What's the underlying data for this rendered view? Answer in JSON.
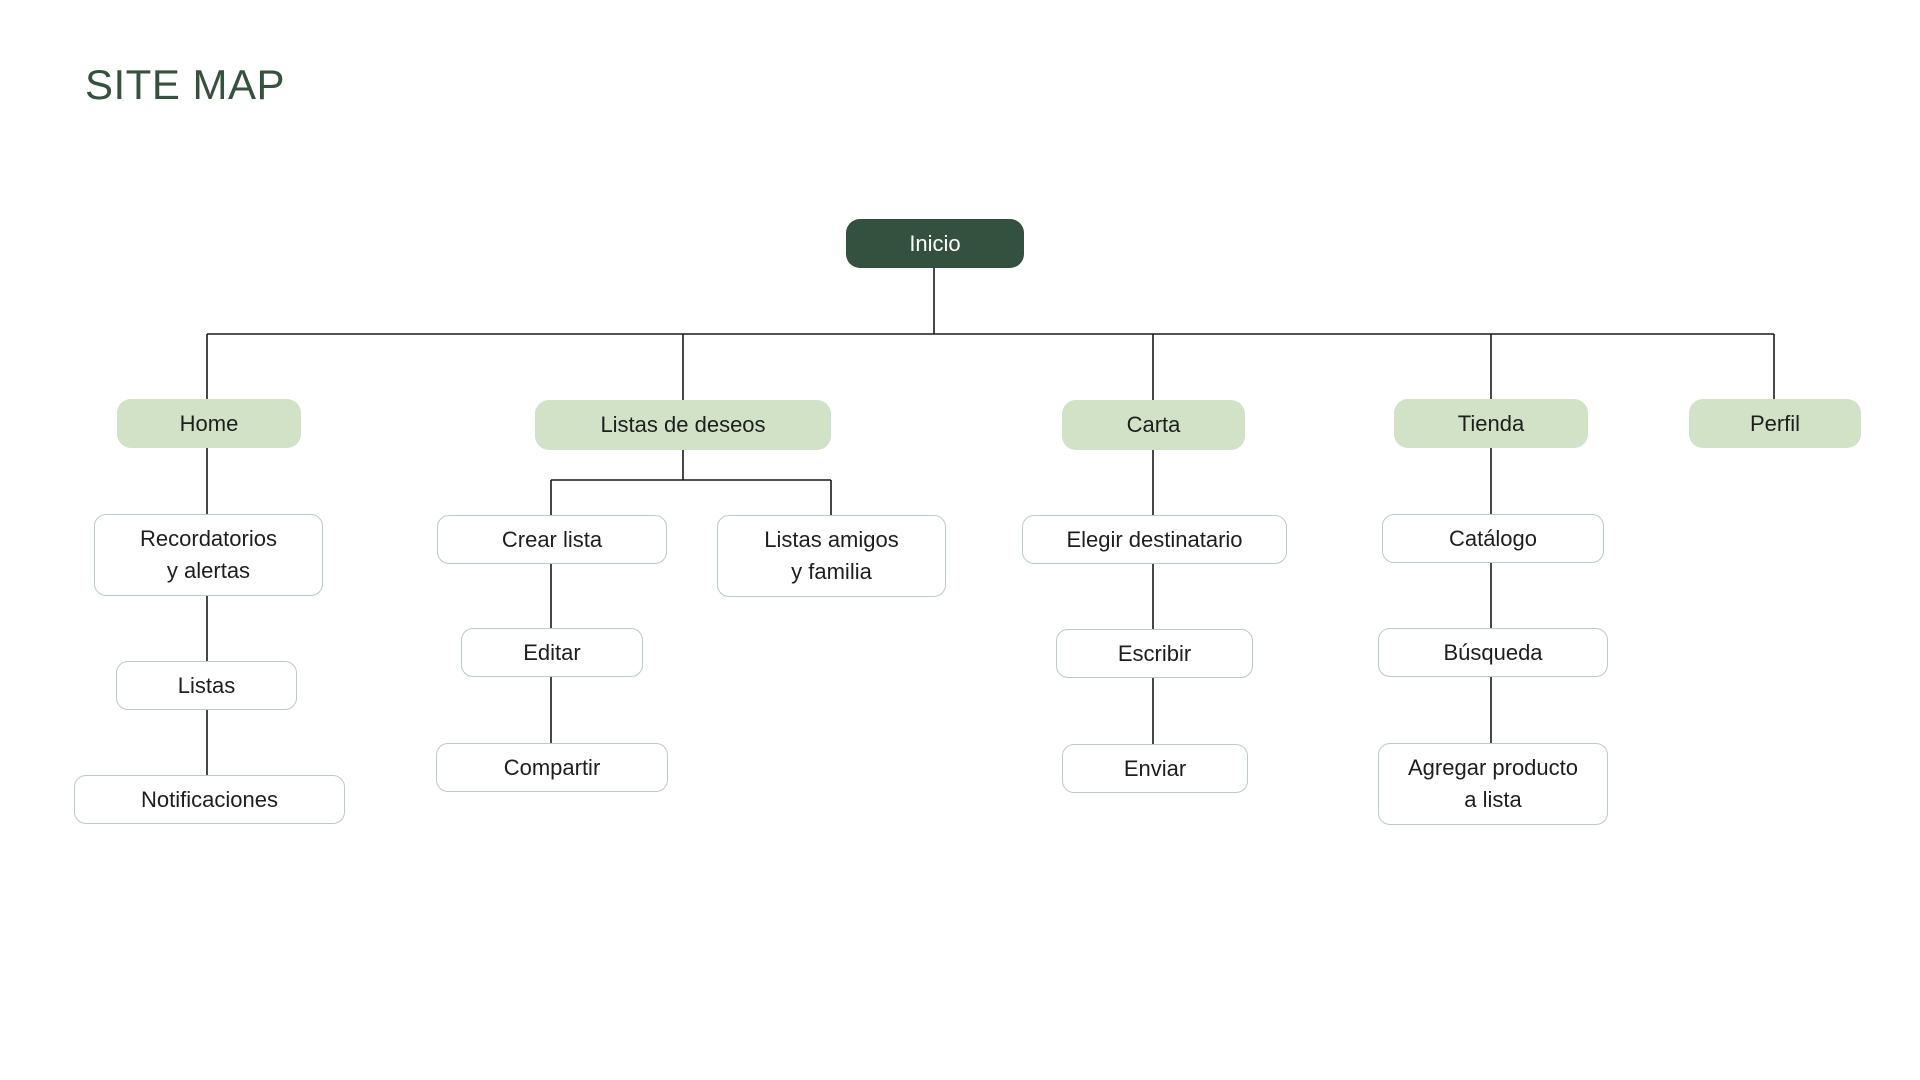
{
  "title": "SITE MAP",
  "colors": {
    "title": "#35523f",
    "root_fill": "#34503f",
    "section_fill": "#d1e2c6",
    "page_border": "#b9cbc2",
    "connector": "#1a1a1a"
  },
  "root": {
    "label": "Inicio"
  },
  "sections": [
    {
      "label": "Home",
      "children": [
        "Recordatorios\ny alertas",
        "Listas",
        "Notificaciones"
      ]
    },
    {
      "label": "Listas de deseos",
      "children": [
        "Crear lista",
        "Editar",
        "Compartir",
        "Listas amigos\ny familia"
      ]
    },
    {
      "label": "Carta",
      "children": [
        "Elegir destinatario",
        "Escribir",
        "Enviar"
      ]
    },
    {
      "label": "Tienda",
      "children": [
        "Catálogo",
        "Búsqueda",
        "Agregar producto\na lista"
      ]
    },
    {
      "label": "Perfil",
      "children": []
    }
  ]
}
